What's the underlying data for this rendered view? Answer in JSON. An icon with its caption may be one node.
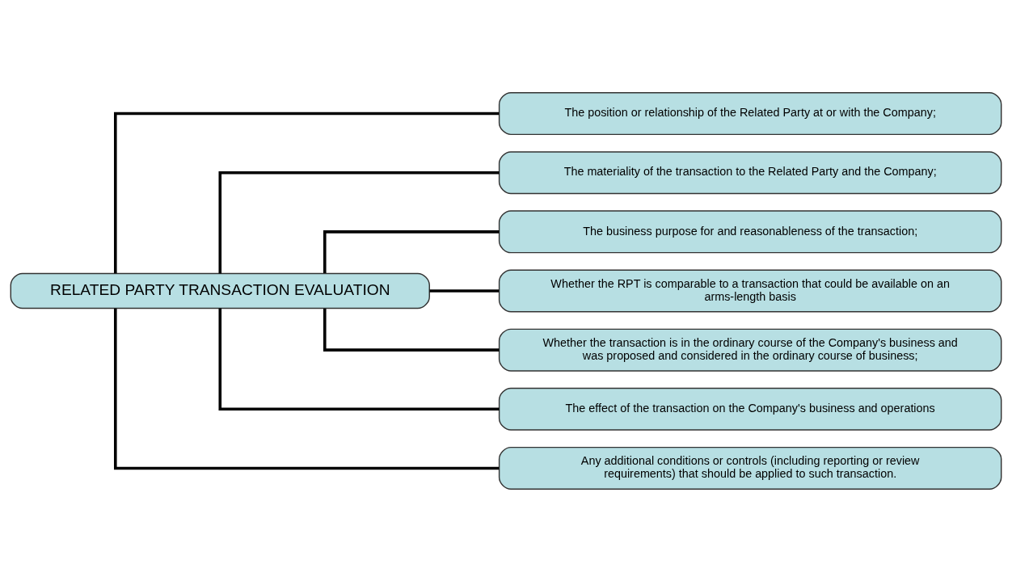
{
  "diagram": {
    "nodes": [
      {
        "text": [
          "RELATED PARTY TRANSACTION EVALUATION"
        ]
      },
      {
        "text": [
          "The position or relationship of the Related Party at or with the Company;"
        ]
      },
      {
        "text": [
          "The materiality of the transaction to the Related Party and the Company;"
        ]
      },
      {
        "text": [
          "The business purpose for and reasonableness of the transaction;"
        ]
      },
      {
        "text": [
          "Whether the RPT is comparable to a transaction that could be available on an arms-length basis"
        ]
      },
      {
        "text": [
          "Whether the transaction is in the ordinary course of the Company's business and was proposed and considered in the ordinary course of business;"
        ]
      },
      {
        "text": [
          "The effect of the transaction on the Company's business and operations"
        ]
      },
      {
        "text": [
          "Any additional conditions or controls (including reporting or review requirements) that should be applied to such transaction."
        ]
      }
    ],
    "edges": [
      {
        "from": 0,
        "to": 1,
        "arrow": "none"
      },
      {
        "from": 0,
        "to": 2,
        "arrow": "none"
      },
      {
        "from": 0,
        "to": 3,
        "arrow": "none"
      },
      {
        "from": 0,
        "to": 4,
        "arrow": "none"
      },
      {
        "from": 0,
        "to": 5,
        "arrow": "none"
      },
      {
        "from": 0,
        "to": 6,
        "arrow": "none"
      },
      {
        "from": 0,
        "to": 7,
        "arrow": "none"
      }
    ]
  }
}
